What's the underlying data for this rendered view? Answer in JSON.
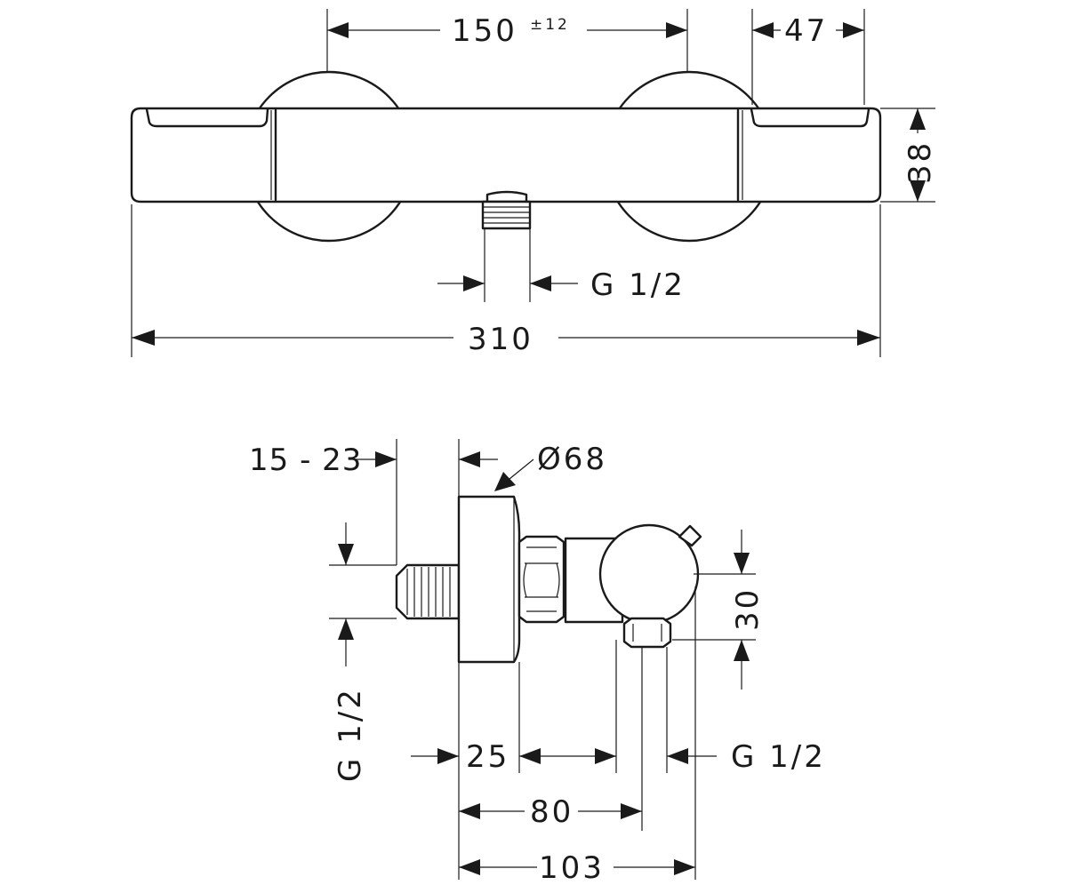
{
  "top_view": {
    "center_distance": "150",
    "center_tolerance": "±12",
    "end_width": "47",
    "body_height": "38",
    "outlet_thread": "G 1/2",
    "total_length": "310"
  },
  "side_view": {
    "offset_range": "15 - 23",
    "wall_diameter": "Ø68",
    "inlet_thread_vertical": "G 1/2",
    "outlet_height": "30",
    "depth_25": "25",
    "outlet_thread": "G 1/2",
    "depth_80": "80",
    "depth_103": "103"
  }
}
